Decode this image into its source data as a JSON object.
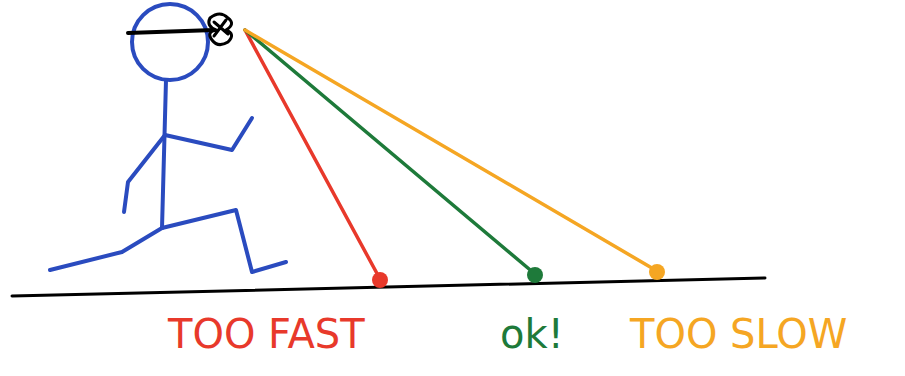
{
  "diagram": {
    "labels": [
      "TOO FAST",
      "ok!",
      "TOO SLOW"
    ]
  }
}
